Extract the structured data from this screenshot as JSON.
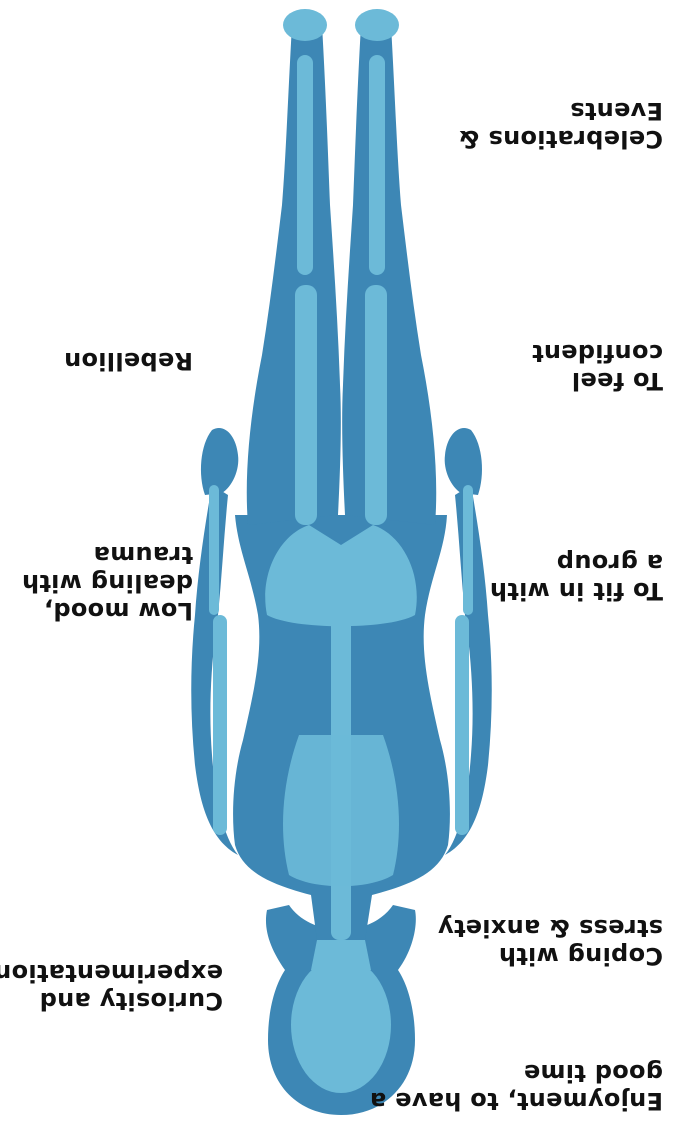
{
  "colors": {
    "body": "#3d87b5",
    "skeleton": "#6cbad8",
    "text": "#111111",
    "background": "#ffffff"
  },
  "reasons": [
    {
      "id": "celebrations",
      "text": "Celebrations &\nEvents"
    },
    {
      "id": "confident",
      "text": "To feel\nconfident"
    },
    {
      "id": "fit-in",
      "text": "To fit in with\na group"
    },
    {
      "id": "stress",
      "text": "Coping with\nstress & anxiety"
    },
    {
      "id": "enjoyment",
      "text": "Enjoyment, to have a\ngood time"
    },
    {
      "id": "rebellion",
      "text": "Rebellion"
    },
    {
      "id": "low-mood",
      "text": "Low mood,\ndealing with\ntrauma"
    },
    {
      "id": "curiosity",
      "text": "Curiosity and\nexperimentation"
    }
  ]
}
